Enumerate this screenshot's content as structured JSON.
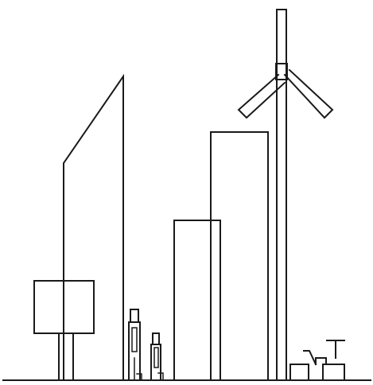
{
  "drawing": {
    "style": "black line art on white background",
    "line_color": "#1a1a1a",
    "background_color": "#ffffff",
    "elements": [
      "ground-line",
      "slanted-roof-tower",
      "signboard",
      "person-tall",
      "person-short",
      "short-rectangular-building",
      "tall-rectangular-building",
      "wind-turbine",
      "small-box",
      "water-pump"
    ]
  }
}
